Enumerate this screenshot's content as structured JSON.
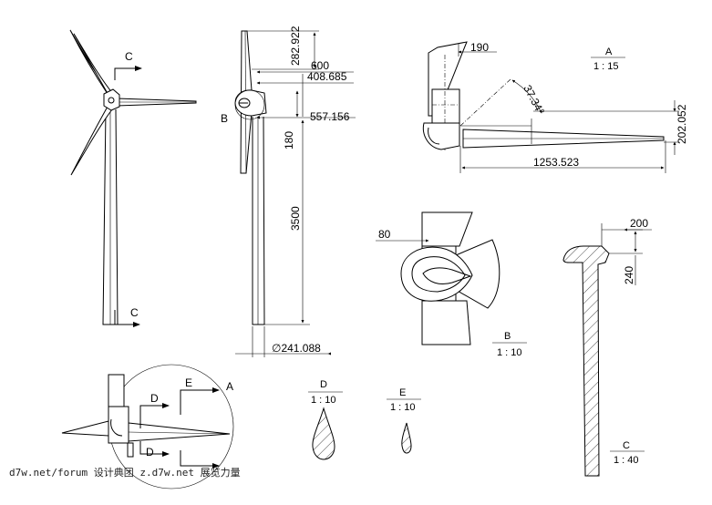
{
  "section_labels": {
    "c_top": "C",
    "c_bottom": "C",
    "b_callout": "B",
    "d_top": "D",
    "d_bottom": "D",
    "e_top": "E",
    "a_callout": "A"
  },
  "side_view": {
    "dim_282": "282.922",
    "dim_600": "600",
    "dim_408": "408.685",
    "dim_557": "557.156",
    "dim_180": "180",
    "dim_3500": "3500",
    "dim_dia": "∅241.088"
  },
  "detail_a": {
    "name": "A",
    "scale": "1 : 15",
    "dim_190": "190",
    "dim_angle": "37.34°",
    "dim_202": "202.052",
    "dim_1253": "1253.523"
  },
  "detail_b": {
    "name": "B",
    "scale": "1 : 10",
    "dim_80": "80"
  },
  "section_c": {
    "name": "C",
    "scale": "1 : 40",
    "dim_200": "200",
    "dim_240": "240"
  },
  "section_d": {
    "name": "D",
    "scale": "1 : 10"
  },
  "section_e": {
    "name": "E",
    "scale": "1 : 10"
  },
  "watermark": "d7w.net/forum 设计典团 z.d7w.net 展览力量"
}
